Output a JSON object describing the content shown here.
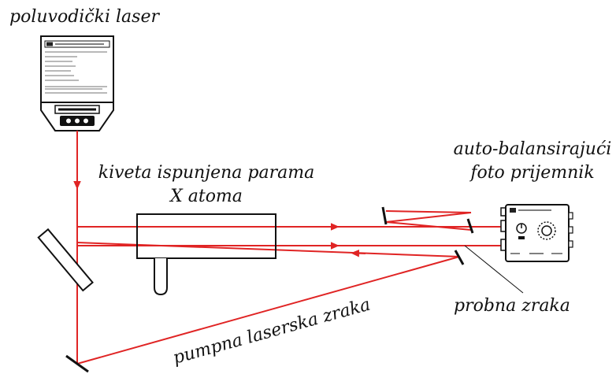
{
  "labels": {
    "laser": "poluvodički laser",
    "cuvette_line1": "kiveta ispunjena parama",
    "cuvette_line2": "X atoma",
    "detector_line1": "auto-balansirajući",
    "detector_line2": "foto prijemnik",
    "probe": "probna zraka",
    "pump": "pumpna laserska zraka"
  },
  "colors": {
    "beam": "#e02424",
    "outline": "#111111"
  },
  "icons": {
    "laser": "semiconductor-laser-device",
    "detector": "balanced-photoreceiver-device",
    "mirror": "flat-mirror"
  }
}
